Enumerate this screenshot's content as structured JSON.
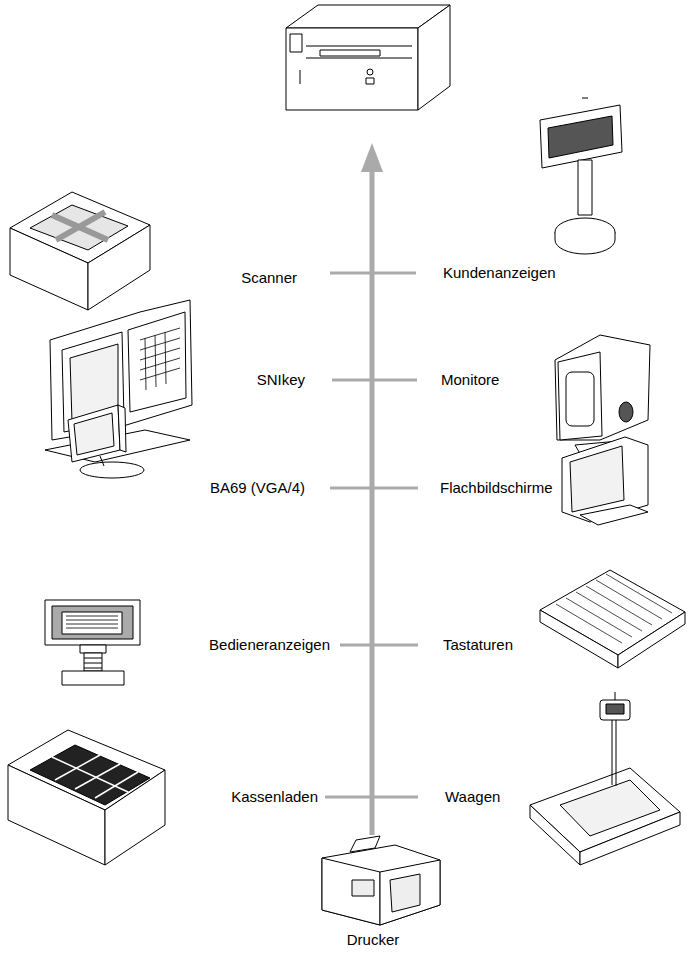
{
  "diagram": {
    "labels": [
      "Scanner",
      "Kundenanzeigen",
      "SNIkey",
      "Monitore",
      "BA69 (VGA/4)",
      "Flachbildschirme",
      "Bedieneranzeigen",
      "Tastaturen",
      "Kassenladen",
      "Waagen",
      "Drucker"
    ]
  }
}
